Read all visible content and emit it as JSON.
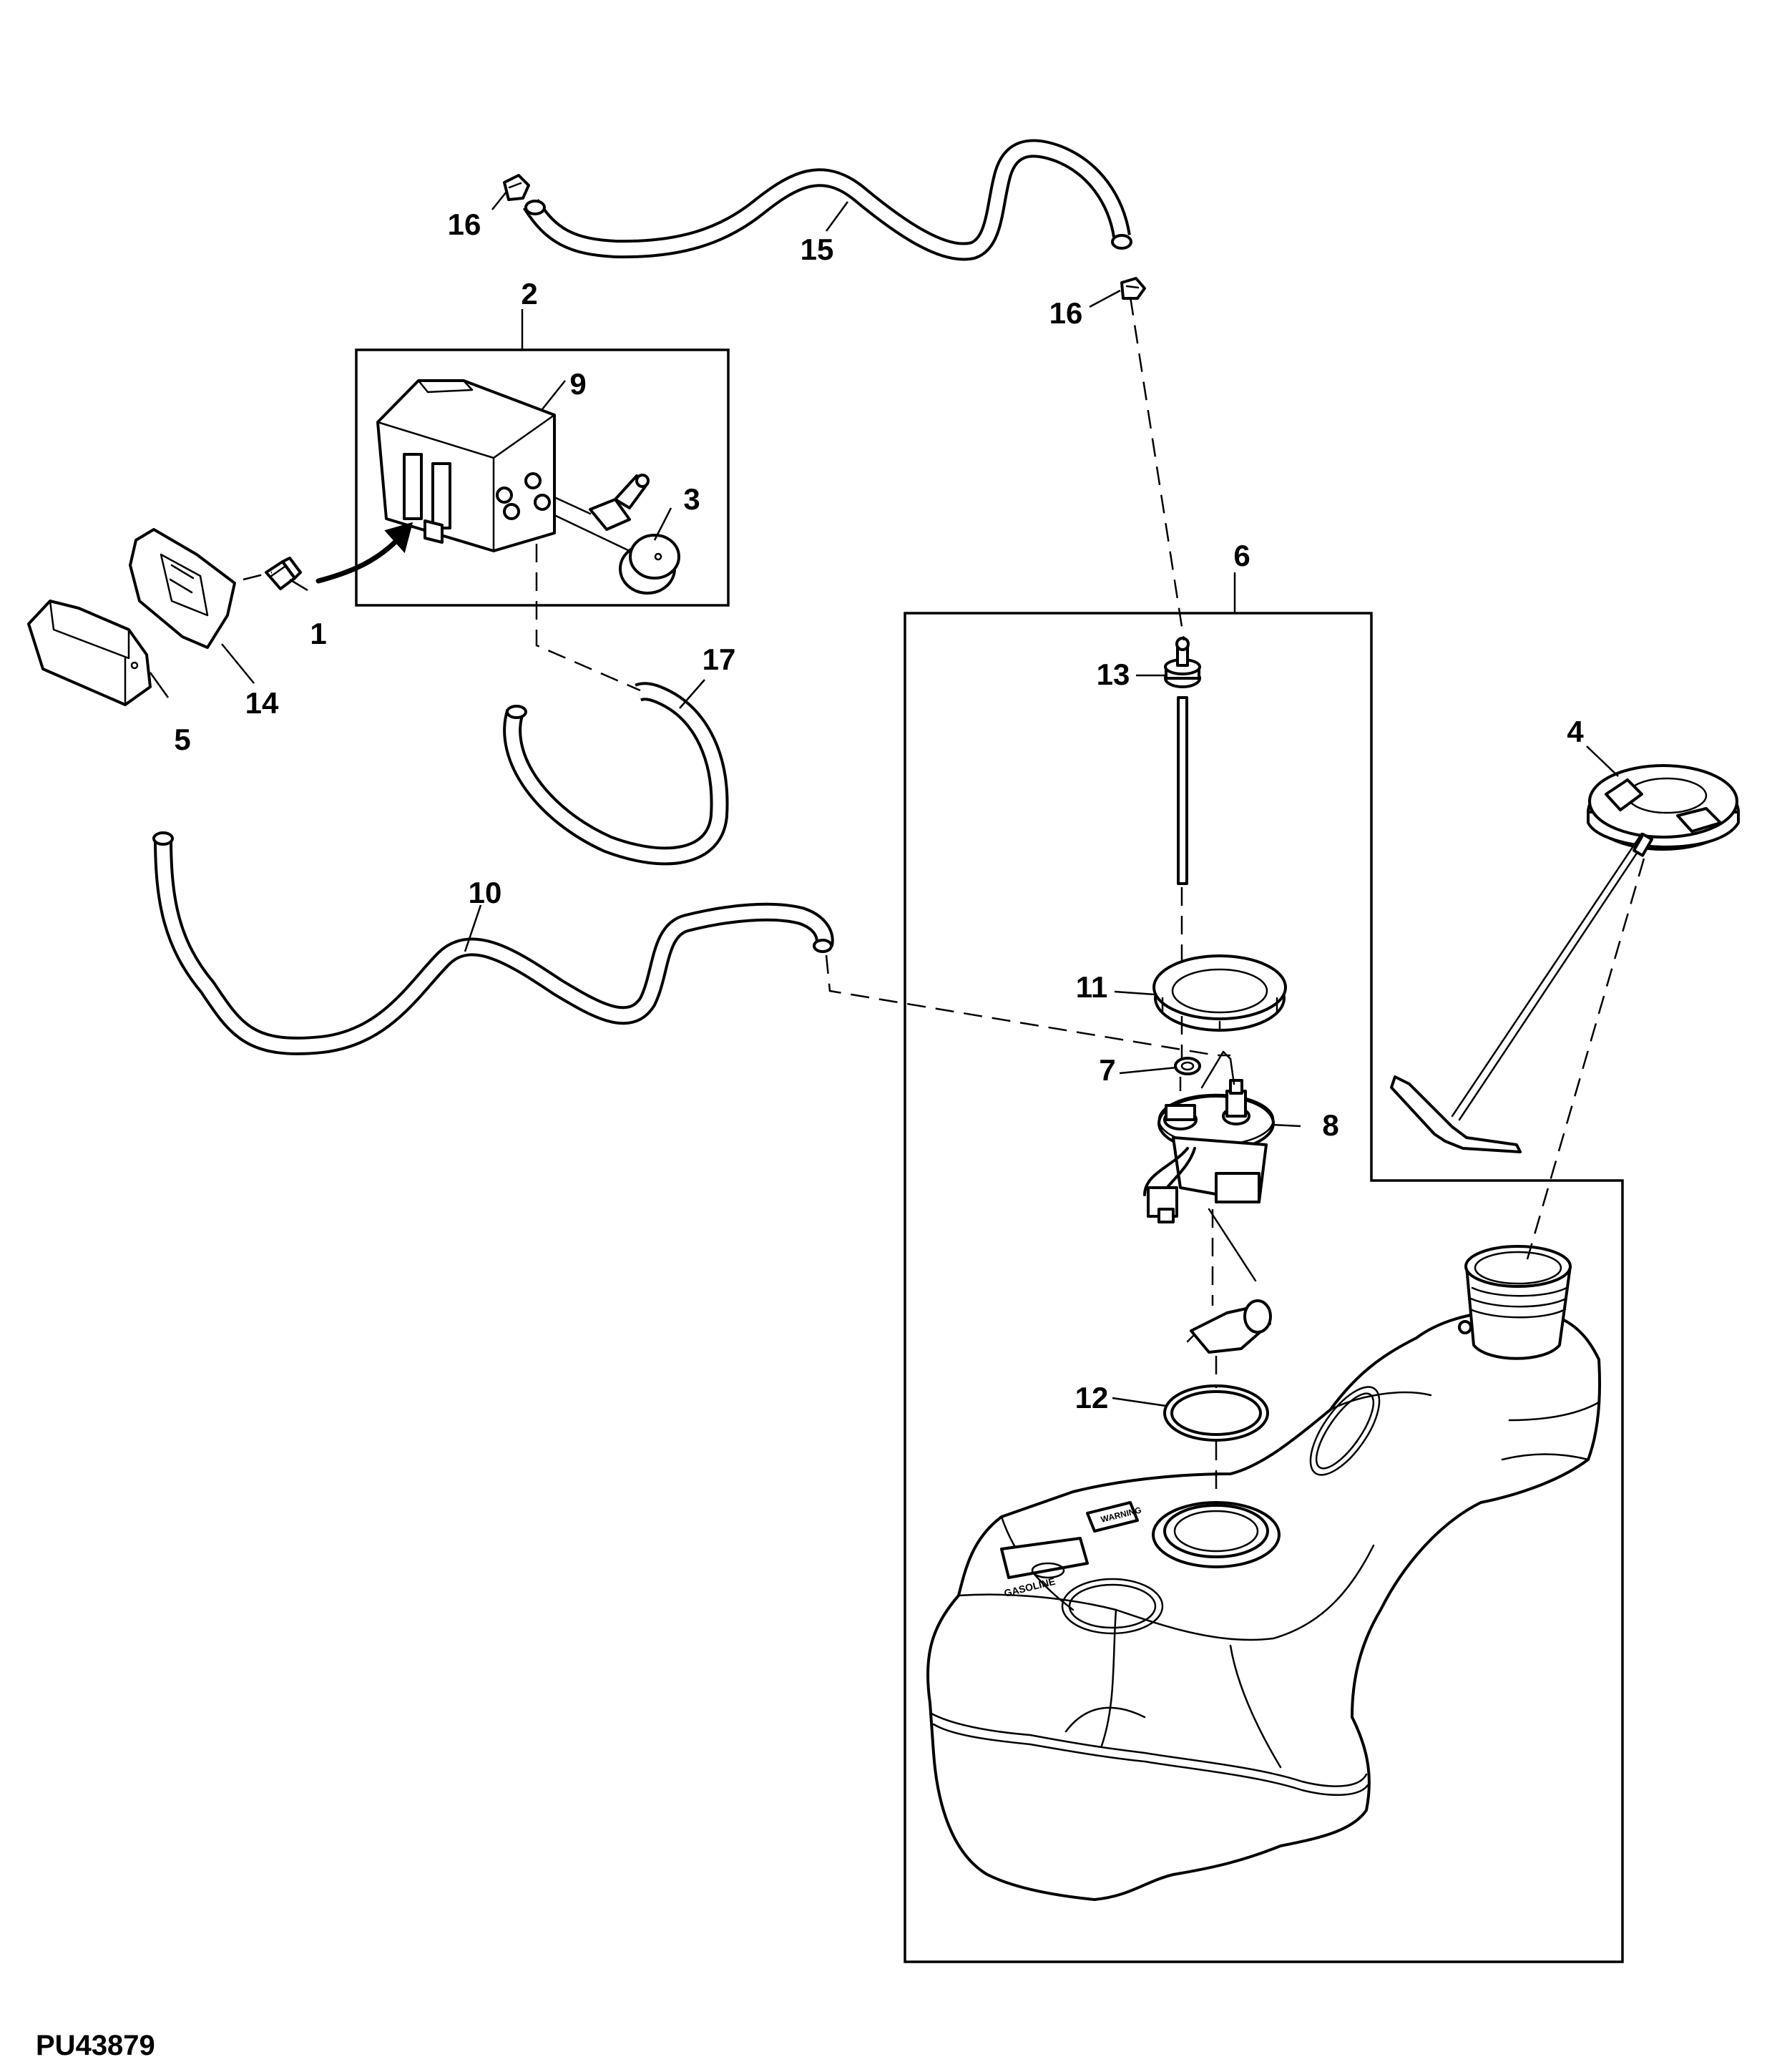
{
  "figure_id": "PU43879",
  "callouts": {
    "c1": "1",
    "c2": "2",
    "c3": "3",
    "c4": "4",
    "c5": "5",
    "c6": "6",
    "c7": "7",
    "c8": "8",
    "c9": "9",
    "c10": "10",
    "c11": "11",
    "c12": "12",
    "c13": "13",
    "c14": "14",
    "c15": "15",
    "c16a": "16",
    "c16b": "16",
    "c17": "17"
  },
  "tank_labels": {
    "plate_text": "WARNING",
    "plate_text_small": "GASOLINE"
  }
}
